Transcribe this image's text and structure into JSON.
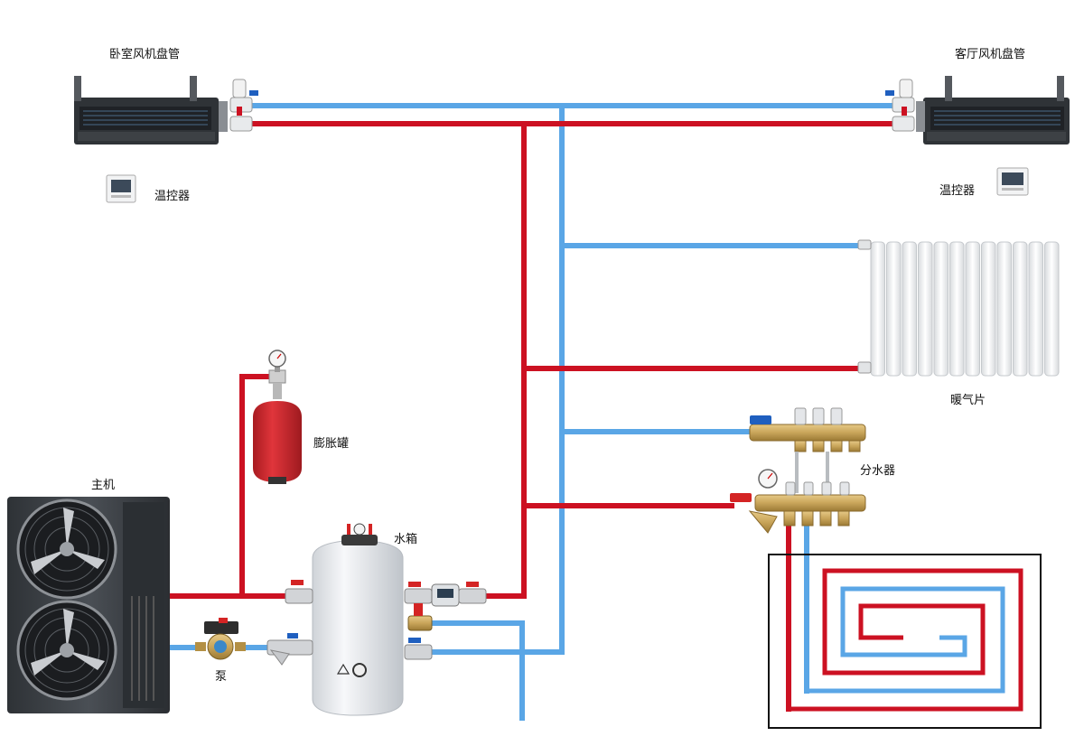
{
  "labels": {
    "bedroom_fan_coil": "卧室风机盘管",
    "living_fan_coil": "客厅风机盘管",
    "thermostat_left": "温控器",
    "thermostat_right": "温控器",
    "radiator": "暖气片",
    "expansion_tank": "膨胀罐",
    "host_unit": "主机",
    "water_tank": "水箱",
    "pump": "泵",
    "manifold": "分水器"
  },
  "colors": {
    "hot_pipe": "#cc1122",
    "cold_pipe": "#5aa6e6",
    "unit_body": "#3b3f44",
    "brass": "#c9a55a",
    "tank_body": "#e9ecef",
    "expansion_tank": "#d0262c"
  },
  "icons": [
    "fan-coil-icon",
    "thermostat-icon",
    "radiator-icon",
    "expansion-tank-icon",
    "heat-pump-icon",
    "water-tank-icon",
    "pump-icon",
    "manifold-icon",
    "floor-heating-coil-icon",
    "valve-icon",
    "pressure-gauge-icon"
  ]
}
